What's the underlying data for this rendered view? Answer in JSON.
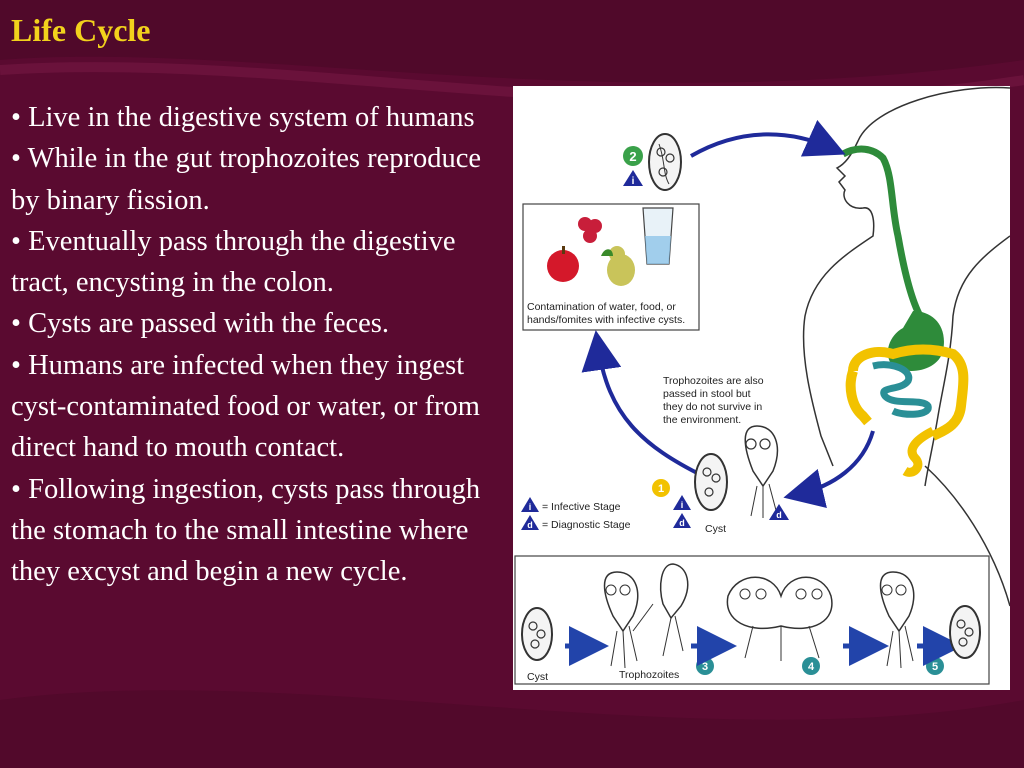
{
  "slide": {
    "title": "Life Cycle",
    "bullets": [
      "• Live in the digestive system of humans",
      "• While in the gut trophozoites reproduce by binary fission.",
      "• Eventually pass through the digestive tract, encysting in the colon.",
      "• Cysts are passed with the feces.",
      "• Humans are infected when they ingest cyst-contaminated food or water, or from direct hand to mouth contact.",
      "• Following ingestion, cysts pass through the stomach to the small intestine where they excyst and begin a new cycle."
    ]
  },
  "figure": {
    "contamination_line1": "Contamination of water, food, or",
    "contamination_line2": "hands/fomites with infective cysts.",
    "trophozoites_note_line1": "Trophozoites are also",
    "trophozoites_note_line2": "passed in stool but",
    "trophozoites_note_line3": "they do not survive in",
    "trophozoites_note_line4": "the environment.",
    "legend_infective": "= Infective Stage",
    "legend_diagnostic": "= Diagnostic Stage",
    "legend_i": "i",
    "legend_d": "d",
    "cyst_label_top": "Cyst",
    "cyst_label_bottom": "Cyst",
    "trophozoites_label": "Trophozoites",
    "step1": "1",
    "step2": "2",
    "step3": "3",
    "step4": "4",
    "step5": "5"
  },
  "colors": {
    "background": "#5a0a30",
    "title": "#f2d21c",
    "text": "#ffffff",
    "arrow": "#1f2a9a",
    "digestive_green": "#2e8b3a",
    "intestine_yellow": "#f2c200",
    "intestine_teal": "#2a8f96"
  }
}
